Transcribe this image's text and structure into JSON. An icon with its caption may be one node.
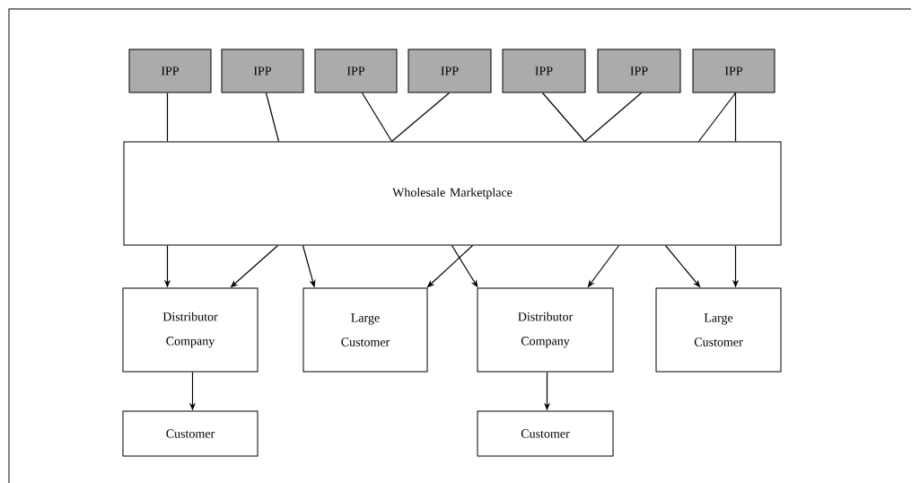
{
  "diagram": {
    "nodes": [
      {
        "text": [
          "IPP"
        ]
      },
      {
        "text": [
          "IPP"
        ]
      },
      {
        "text": [
          "IPP"
        ]
      },
      {
        "text": [
          "IPP"
        ]
      },
      {
        "text": [
          "IPP"
        ]
      },
      {
        "text": [
          "IPP"
        ]
      },
      {
        "text": [
          "IPP"
        ]
      },
      {
        "text": [
          "Wholesale Marketplace"
        ]
      },
      {
        "text": [
          "Distributor Company"
        ]
      },
      {
        "text": [
          "Large Customer"
        ]
      },
      {
        "text": [
          "Distributor Company"
        ]
      },
      {
        "text": [
          "Large Customer"
        ]
      },
      {
        "text": [
          "Customer"
        ]
      },
      {
        "text": [
          "Customer"
        ]
      }
    ],
    "edges": [
      {
        "from": 0,
        "to": 7,
        "arrow": "none"
      },
      {
        "from": 1,
        "to": 7,
        "arrow": "none"
      },
      {
        "from": 2,
        "to": 7,
        "arrow": "none"
      },
      {
        "from": 3,
        "to": 7,
        "arrow": "none"
      },
      {
        "from": 4,
        "to": 7,
        "arrow": "none"
      },
      {
        "from": 5,
        "to": 7,
        "arrow": "none"
      },
      {
        "from": 6,
        "to": 7,
        "arrow": "none"
      },
      {
        "from": 6,
        "to": 7,
        "arrow": "none"
      },
      {
        "from": 7,
        "to": 8,
        "arrow": "to"
      },
      {
        "from": 7,
        "to": 8,
        "arrow": "to"
      },
      {
        "from": 7,
        "to": 9,
        "arrow": "to"
      },
      {
        "from": 7,
        "to": 9,
        "arrow": "to"
      },
      {
        "from": 7,
        "to": 10,
        "arrow": "to"
      },
      {
        "from": 7,
        "to": 10,
        "arrow": "to"
      },
      {
        "from": 7,
        "to": 11,
        "arrow": "to"
      },
      {
        "from": 7,
        "to": 11,
        "arrow": "to"
      },
      {
        "from": 8,
        "to": 12,
        "arrow": "to"
      },
      {
        "from": 10,
        "to": 13,
        "arrow": "to"
      }
    ]
  }
}
